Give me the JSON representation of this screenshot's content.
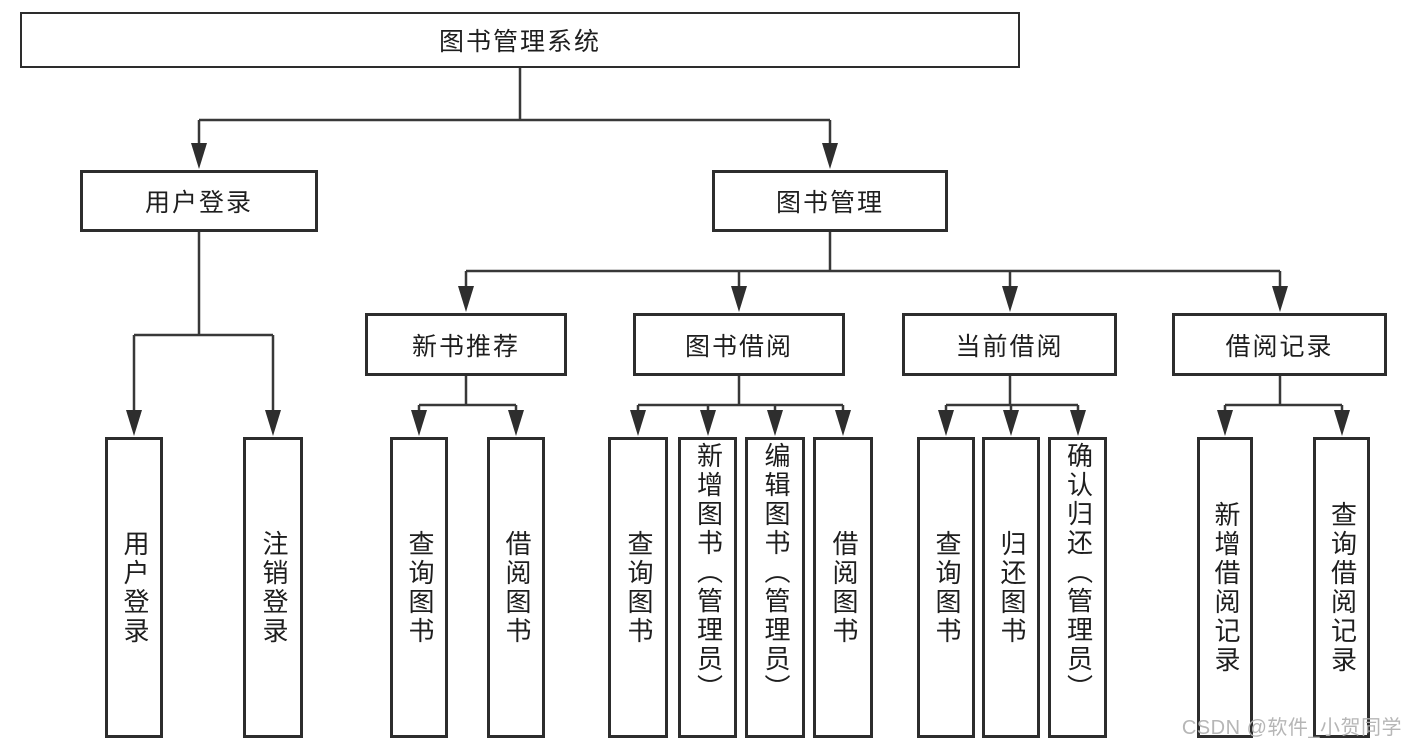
{
  "diagram": {
    "root": {
      "label": "图书管理系统"
    },
    "nodes": [
      {
        "label": "用户登录",
        "children": [
          {
            "label": "用户登录"
          },
          {
            "label": "注销登录"
          }
        ]
      },
      {
        "label": "图书管理",
        "children": [
          {
            "label": "新书推荐",
            "children": [
              {
                "label": "查询图书"
              },
              {
                "label": "借阅图书"
              }
            ]
          },
          {
            "label": "图书借阅",
            "children": [
              {
                "label": "查询图书"
              },
              {
                "label": "新增图书（管理员）"
              },
              {
                "label": "编辑图书（管理员）"
              },
              {
                "label": "借阅图书"
              }
            ]
          },
          {
            "label": "当前借阅",
            "children": [
              {
                "label": "查询图书"
              },
              {
                "label": "归还图书"
              },
              {
                "label": "确认归还（管理员）"
              }
            ]
          },
          {
            "label": "借阅记录",
            "children": [
              {
                "label": "新增借阅记录"
              },
              {
                "label": "查询借阅记录"
              }
            ]
          }
        ]
      }
    ]
  },
  "watermark": {
    "text": "CSDN @软件_小贺同学"
  },
  "colors": {
    "line": "#383838",
    "border": "#2d2d2d",
    "text": "#1e1e1e",
    "watermark": "#b5b5b5"
  }
}
